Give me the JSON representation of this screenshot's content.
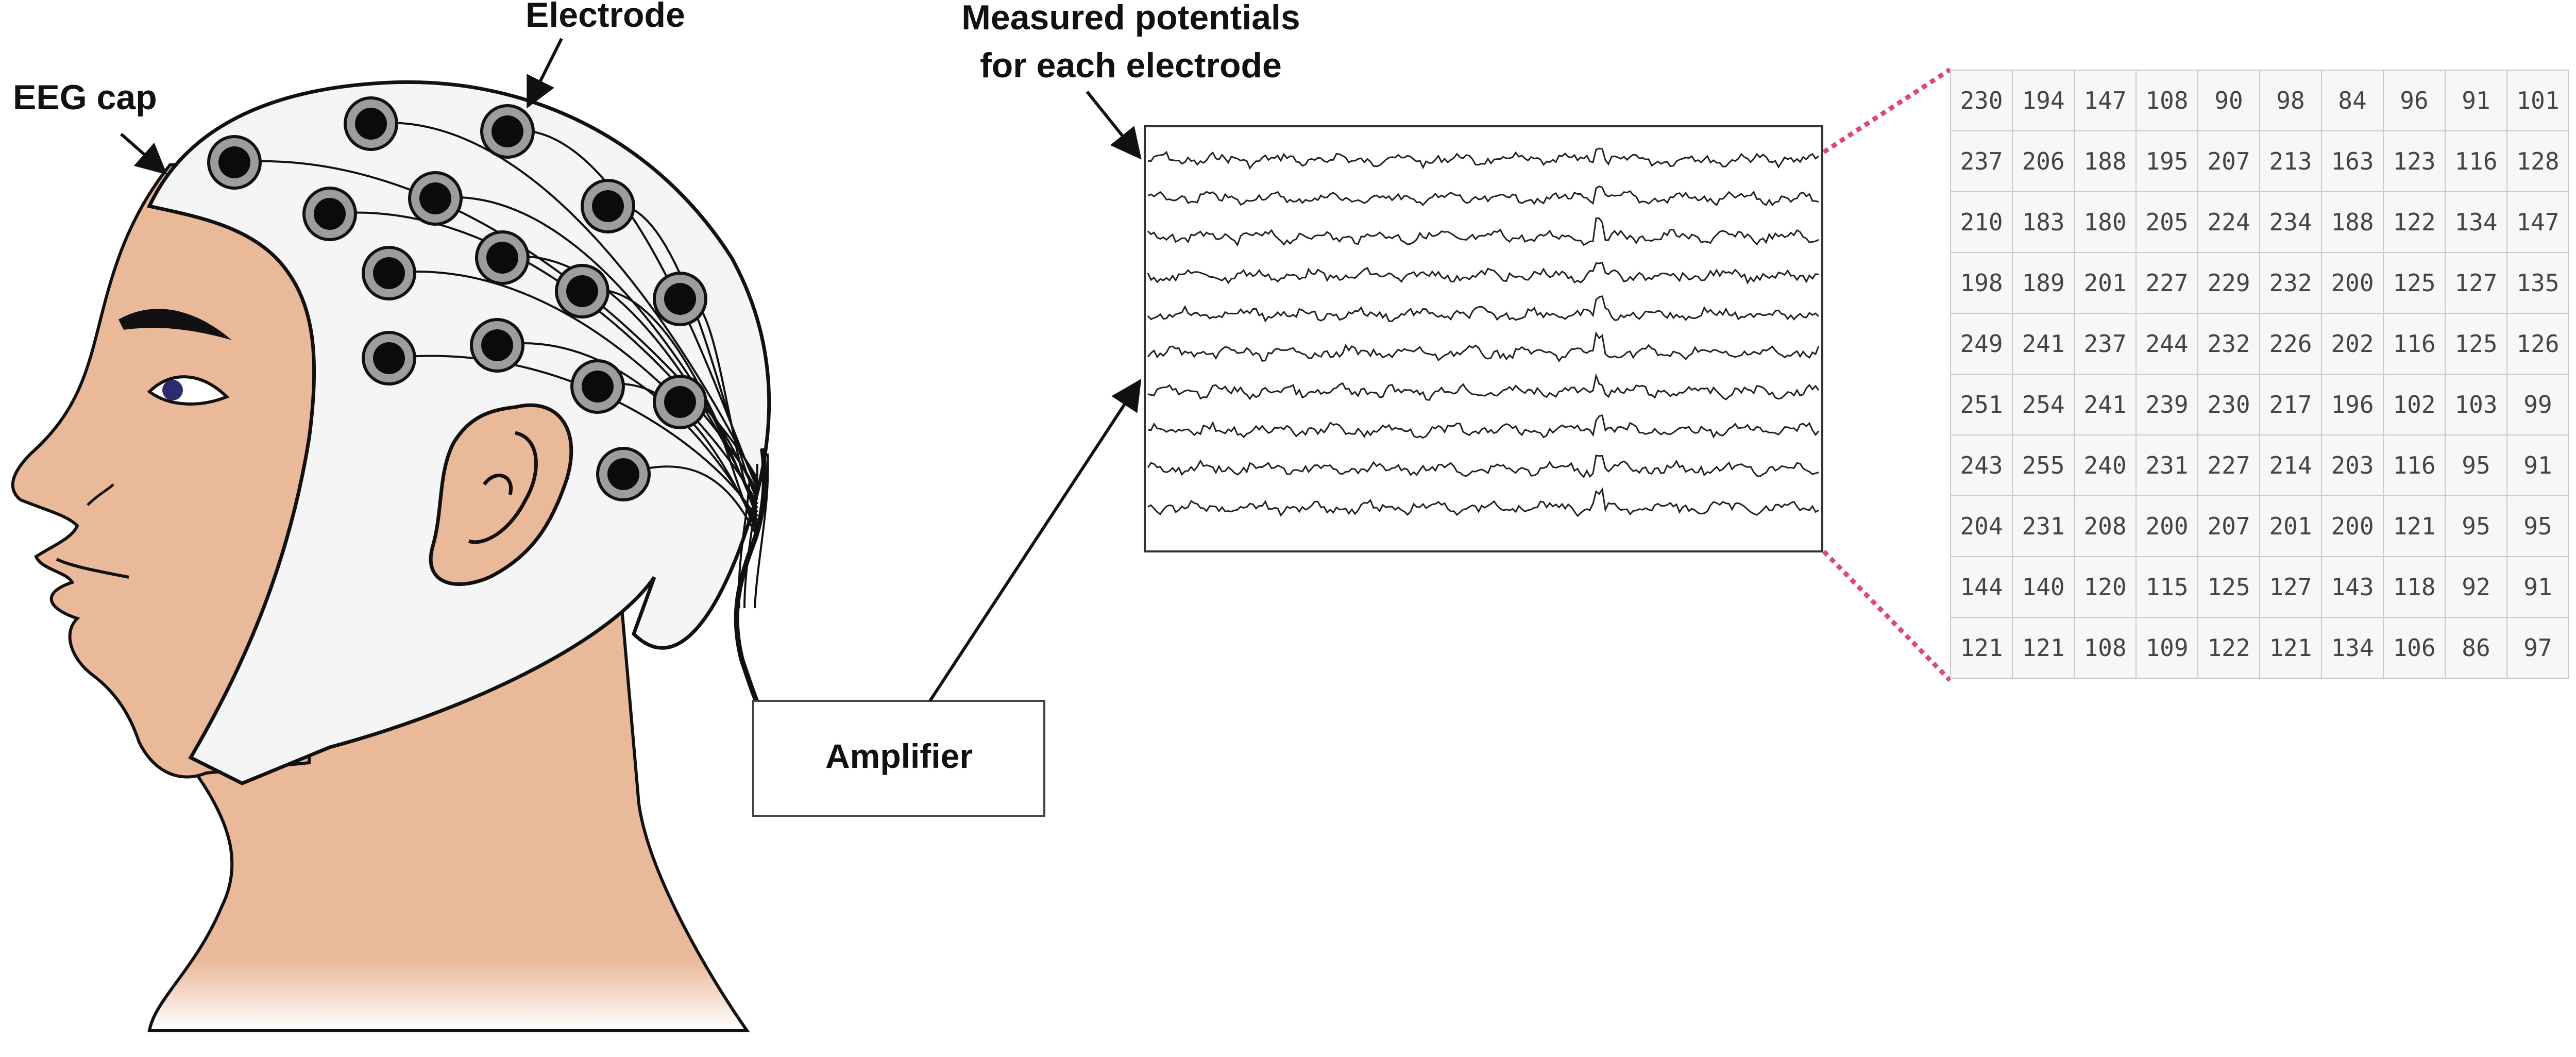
{
  "labels": {
    "eeg_cap": "EEG cap",
    "electrode": "Electrode",
    "measured_line1": "Measured potentials",
    "measured_line2": "for each electrode",
    "amplifier": "Amplifier"
  },
  "colors": {
    "skin": "#eab99a",
    "cap": "#f5f5f5",
    "electrode_ring": "#9d9d9d",
    "electrode_core": "#0b0b0b",
    "zoom_line": "#e0457b",
    "grid": "#c9c9c9"
  },
  "matrix": [
    [
      230,
      194,
      147,
      108,
      90,
      98,
      84,
      96,
      91,
      101
    ],
    [
      237,
      206,
      188,
      195,
      207,
      213,
      163,
      123,
      116,
      128
    ],
    [
      210,
      183,
      180,
      205,
      224,
      234,
      188,
      122,
      134,
      147
    ],
    [
      198,
      189,
      201,
      227,
      229,
      232,
      200,
      125,
      127,
      135
    ],
    [
      249,
      241,
      237,
      244,
      232,
      226,
      202,
      116,
      125,
      126
    ],
    [
      251,
      254,
      241,
      239,
      230,
      217,
      196,
      102,
      103,
      99
    ],
    [
      243,
      255,
      240,
      231,
      227,
      214,
      203,
      116,
      95,
      91
    ],
    [
      204,
      231,
      208,
      200,
      207,
      201,
      200,
      121,
      95,
      95
    ],
    [
      144,
      140,
      120,
      115,
      125,
      127,
      143,
      118,
      92,
      91
    ],
    [
      121,
      121,
      108,
      109,
      122,
      121,
      134,
      106,
      86,
      97
    ]
  ]
}
